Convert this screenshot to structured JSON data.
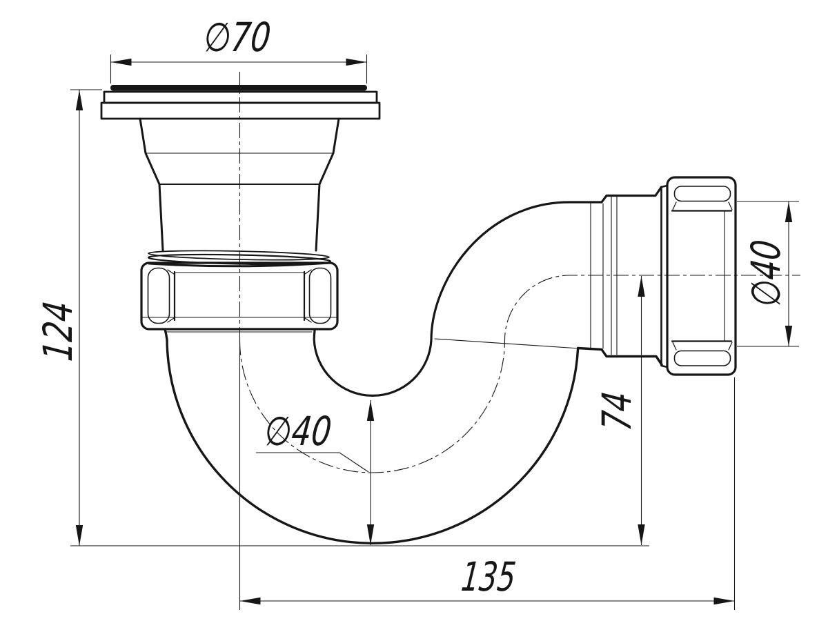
{
  "drawing": {
    "type": "technical-orthographic-view",
    "subject": "pipe-trap-side-view",
    "colors": {
      "ink": "#161616",
      "paper": "#ffffff"
    },
    "dimensions": {
      "flange_diameter": {
        "label": "∅70"
      },
      "overall_height": {
        "label": "124"
      },
      "tube_diameter_leader": {
        "label": "∅40"
      },
      "outlet_center_height": {
        "label": "74"
      },
      "outlet_diameter": {
        "label": "∅40"
      },
      "outlet_length": {
        "label": "135"
      }
    }
  }
}
